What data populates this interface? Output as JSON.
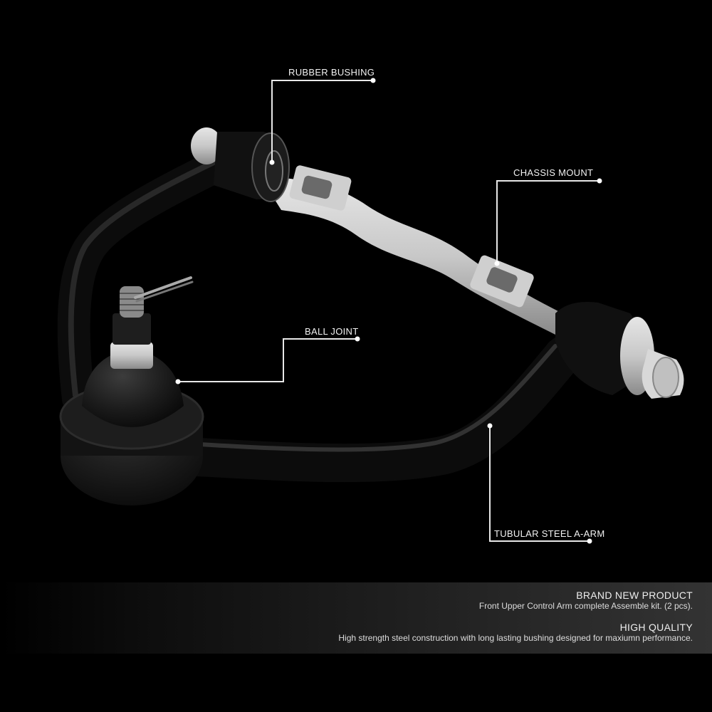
{
  "callouts": [
    {
      "id": "rubber-bushing",
      "label": "RUBBER BUSHING"
    },
    {
      "id": "chassis-mount",
      "label": "CHASSIS MOUNT"
    },
    {
      "id": "ball-joint",
      "label": "BALL JOINT"
    },
    {
      "id": "tubular-steel-a-arm",
      "label": "TUBULAR STEEL A-ARM"
    }
  ],
  "banner": {
    "features": [
      {
        "title": "BRAND NEW PRODUCT",
        "description": "Front Upper Control Arm complete Assemble kit. (2 pcs)."
      },
      {
        "title": "HIGH QUALITY",
        "description": "High strength steel construction with long lasting bushing designed for maxiumn performance."
      }
    ]
  },
  "colors": {
    "background": "#000000",
    "callout_line": "#e8e8e8",
    "text": "#f2f2f2",
    "banner_start": "#000000",
    "banner_end": "#333333"
  }
}
